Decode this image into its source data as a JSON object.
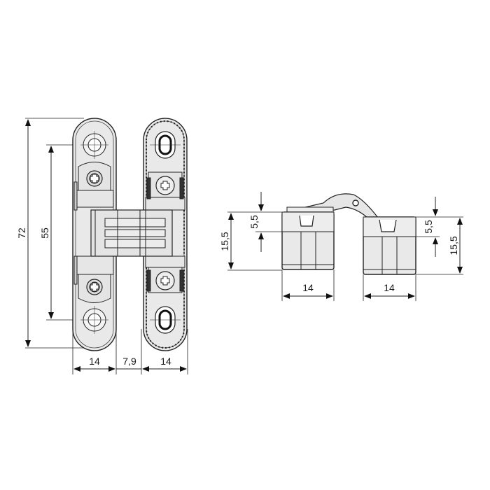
{
  "diagram": {
    "type": "technical-drawing",
    "subject": "concealed 3D-adjustable hinge",
    "units": "mm",
    "colors": {
      "line": "#222222",
      "fill": "#e9e9e9",
      "fill_dark": "#d4d4d4",
      "background": "#ffffff"
    },
    "front_view": {
      "dimensions": {
        "overall_height": "72",
        "hole_spacing": "55",
        "leaf_width_left": "14",
        "gap": "7,9",
        "leaf_width_right": "14"
      }
    },
    "side_view": {
      "dimensions": {
        "left_upper_height": "5,5",
        "left_total_height": "15,5",
        "left_width": "14",
        "right_upper_height": "5,5",
        "right_total_height": "15,5",
        "right_width": "14"
      }
    }
  }
}
